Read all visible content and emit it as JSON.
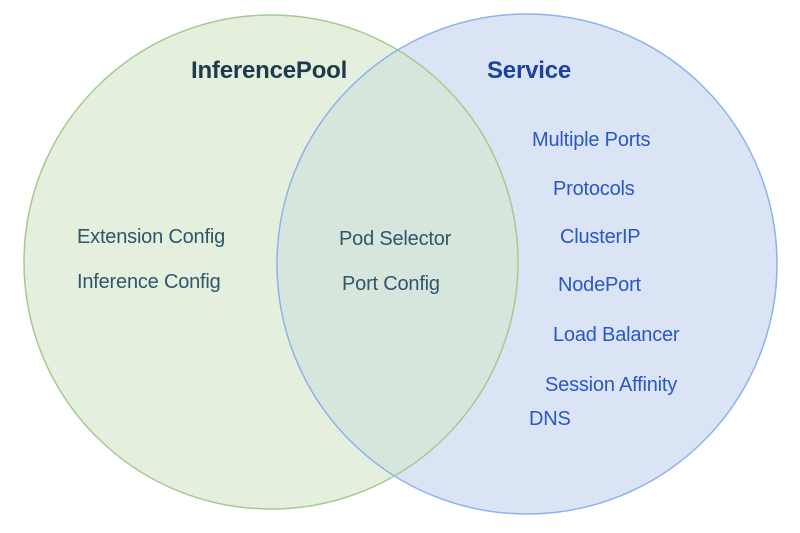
{
  "venn": {
    "left": {
      "title": "InferencePool",
      "items": [
        "Extension Config",
        "Inference Config"
      ]
    },
    "overlap": {
      "items": [
        "Pod Selector",
        "Port Config"
      ]
    },
    "right": {
      "title": "Service",
      "items": [
        "Multiple Ports",
        "Protocols",
        "ClusterIP",
        "NodePort",
        "Load Balancer",
        "Session Affinity",
        "DNS"
      ]
    },
    "colors": {
      "left_circle_fill": "#e4efde",
      "left_circle_stroke": "#a5ca90",
      "right_circle_fill": "#dbe4f5",
      "right_circle_stroke": "#8fb2ec",
      "overlap_fill": "#d7e6dc",
      "left_title_text": "#1d3b4b",
      "left_item_text": "#30566a",
      "right_title_text": "#1a43a0",
      "right_item_text": "#2b57c4",
      "background": "#ffffff"
    }
  }
}
